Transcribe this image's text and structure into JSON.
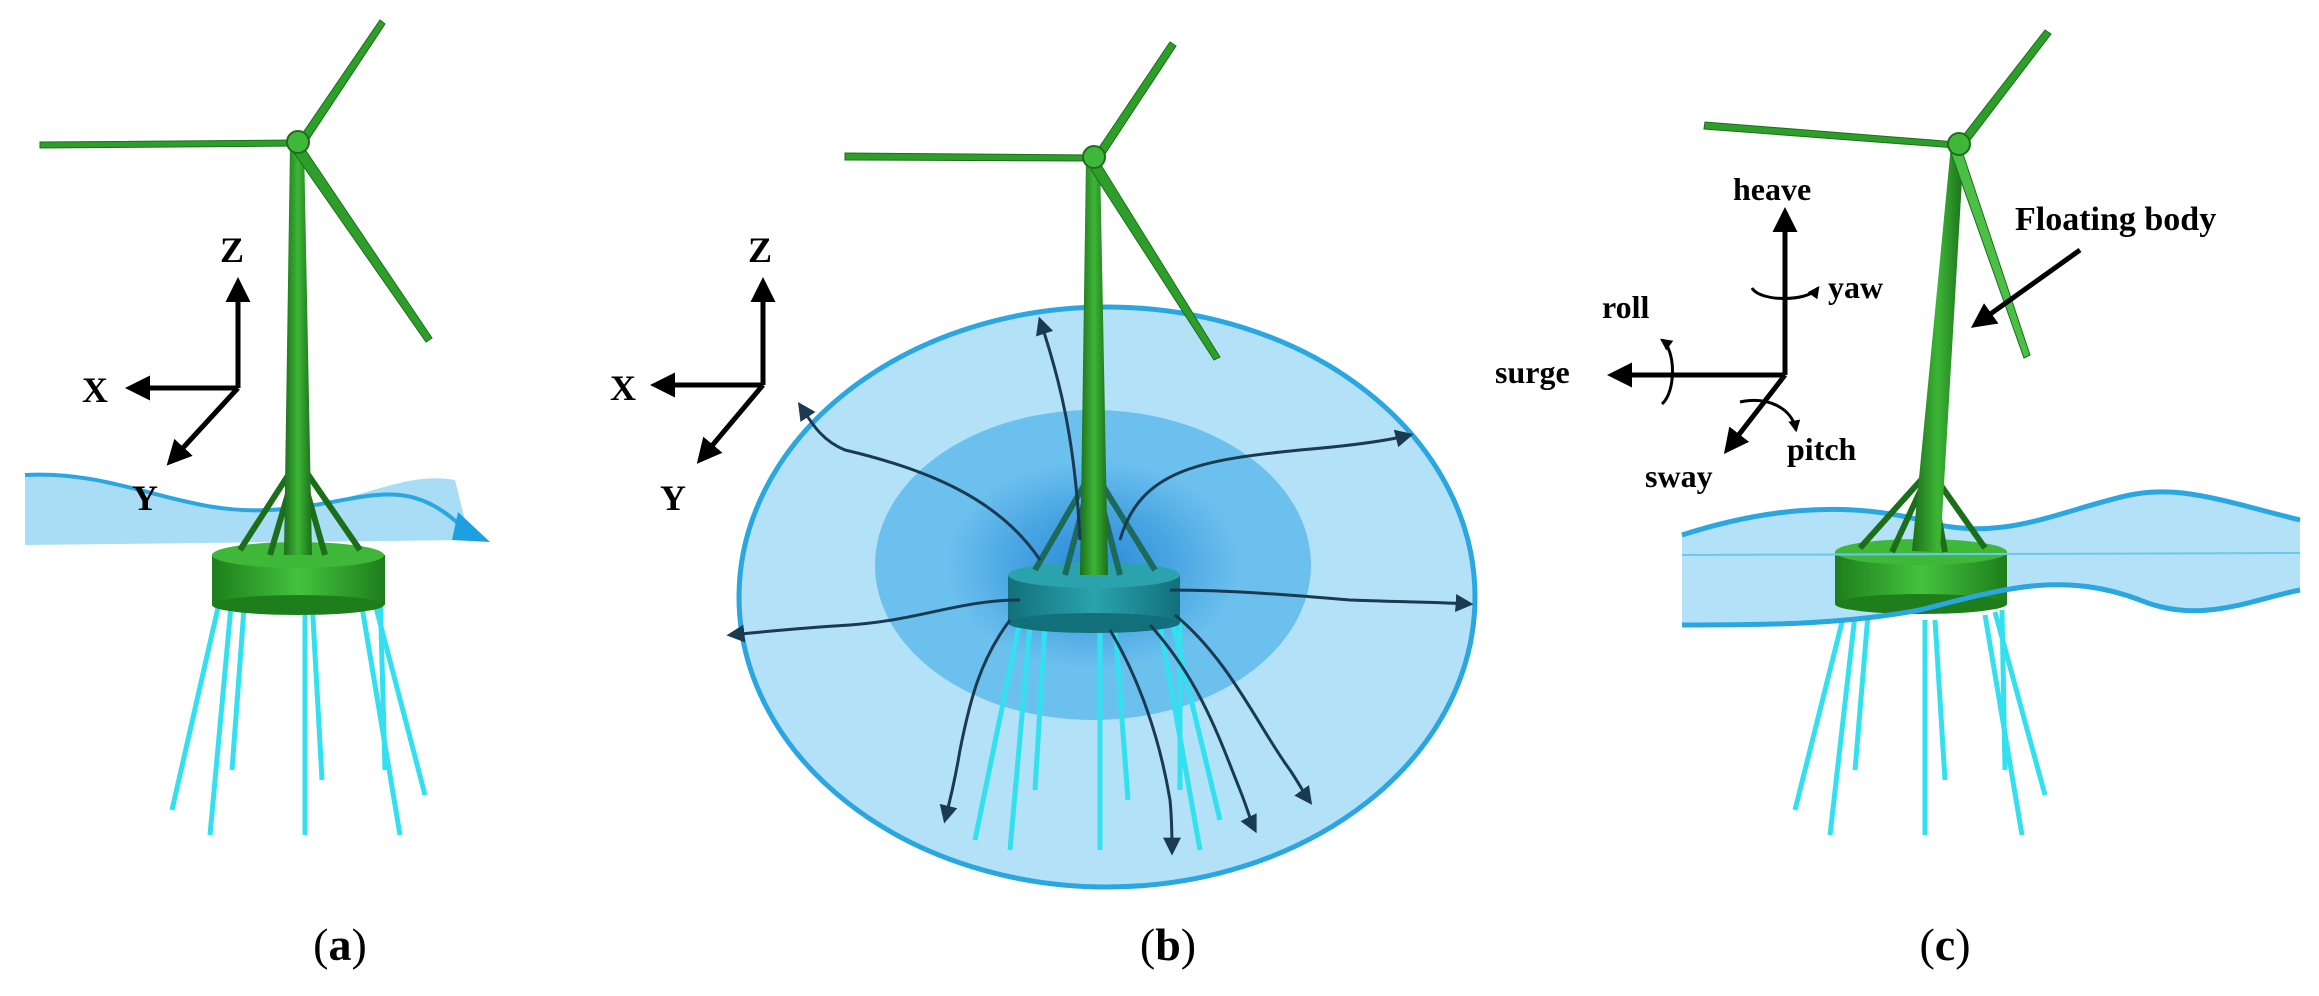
{
  "panels": {
    "a": {
      "caption_open": "(",
      "caption_letter": "a",
      "caption_close": ")",
      "axes": {
        "z": "Z",
        "x": "X",
        "y": "Y"
      }
    },
    "b": {
      "caption_open": "(",
      "caption_letter": "b",
      "caption_close": ")",
      "axes": {
        "z": "Z",
        "x": "X",
        "y": "Y"
      }
    },
    "c": {
      "caption_open": "(",
      "caption_letter": "c",
      "caption_close": ")",
      "dof": {
        "heave": "heave",
        "yaw": "yaw",
        "roll": "roll",
        "surge": "surge",
        "sway": "sway",
        "pitch": "pitch"
      },
      "annotation": "Floating body"
    }
  },
  "colors": {
    "turbine": "#2e9e2a",
    "turbine_dark": "#1c6e1a",
    "mooring": "#33e0f0",
    "water": "#a9ddf5",
    "water_edge": "#2aa6e0",
    "wave_arrow": "#1e9fe0",
    "flow_arrow": "#1a3a50",
    "platform_b": "#1f8f9c"
  }
}
